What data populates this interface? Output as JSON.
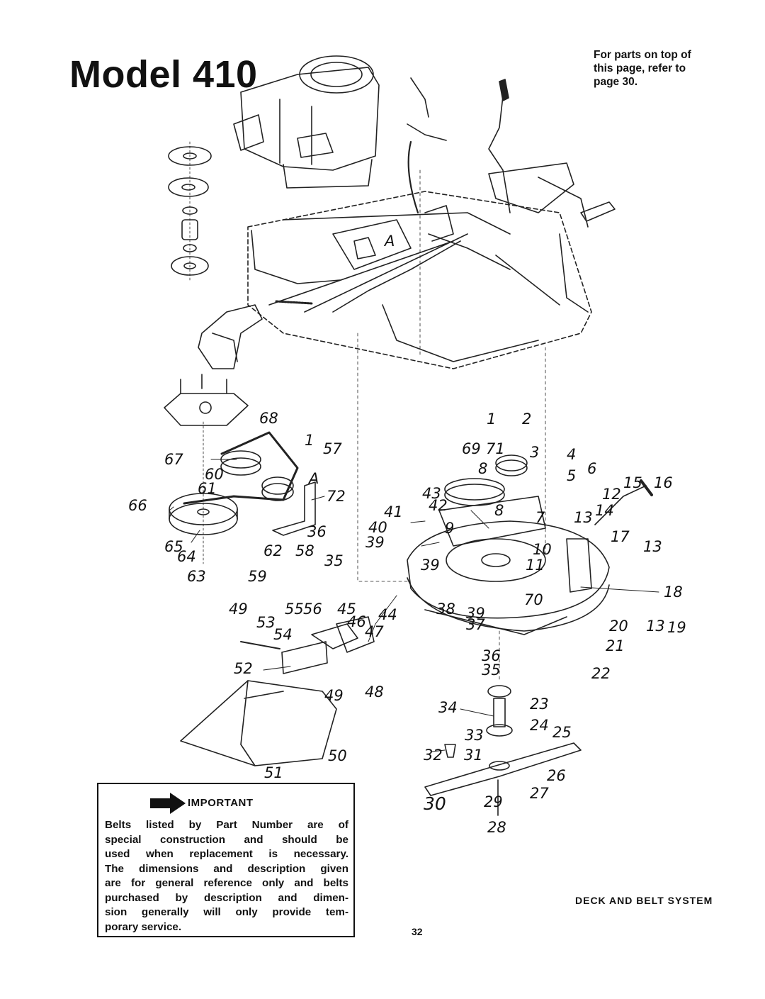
{
  "page": {
    "title": "Model 410",
    "note_lines": [
      "For parts on top of",
      "this page, refer to",
      "page 30."
    ],
    "section_caption": "DECK AND BELT SYSTEM",
    "page_number": "32"
  },
  "important_box": {
    "heading": "IMPORTANT",
    "icon": "arrow-right-icon",
    "lines": [
      "Belts listed by Part Number are of",
      "special construction and should be",
      "used when replacement is necessary.",
      "The dimensions and description given",
      "are for general reference only and belts",
      "purchased by description and dimen-",
      "sion generally will only provide tem-",
      "porary service."
    ]
  },
  "diagram": {
    "callouts": [
      "1",
      "1",
      "2",
      "3",
      "4",
      "5",
      "6",
      "7",
      "8",
      "8",
      "9",
      "10",
      "11",
      "12",
      "13",
      "13",
      "13",
      "14",
      "15",
      "16",
      "17",
      "18",
      "19",
      "20",
      "21",
      "22",
      "23",
      "24",
      "25",
      "26",
      "27",
      "28",
      "29",
      "30",
      "31",
      "32",
      "33",
      "34",
      "35",
      "35",
      "36",
      "36",
      "37",
      "38",
      "39",
      "39",
      "39",
      "40",
      "41",
      "42",
      "43",
      "44",
      "45",
      "46",
      "47",
      "48",
      "49",
      "49",
      "50",
      "51",
      "52",
      "53",
      "54",
      "55",
      "56",
      "57",
      "58",
      "59",
      "60",
      "61",
      "62",
      "63",
      "64",
      "65",
      "66",
      "67",
      "68",
      "69",
      "70",
      "71",
      "72",
      "A",
      "A"
    ]
  }
}
